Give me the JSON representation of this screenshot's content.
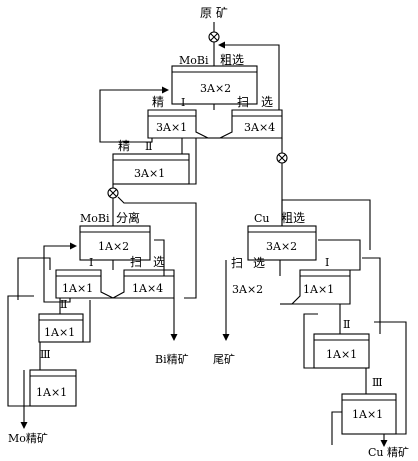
{
  "feed": "原  矿",
  "mobi_rough": {
    "stream": "MoBi",
    "stage": "粗选",
    "cells": "3A×2"
  },
  "mobi_clean1": {
    "stage": "精",
    "roman": "Ⅰ",
    "cells": "3A×1"
  },
  "mobi_scav": {
    "stage_a": "扫",
    "stage_b": "选",
    "cells": "3A×4"
  },
  "mobi_clean2": {
    "stage": "精",
    "roman": "Ⅱ",
    "cells": "3A×1"
  },
  "sep_rough": {
    "stream": "MoBi",
    "stage": "分离",
    "cells": "1A×2"
  },
  "sep_clean1": {
    "roman": "Ⅰ",
    "cells": "1A×1"
  },
  "sep_scav": {
    "stage_a": "扫",
    "stage_b": "选",
    "cells": "1A×4"
  },
  "sep_clean2": {
    "roman": "Ⅱ",
    "cells": "1A×1"
  },
  "sep_clean3": {
    "roman": "Ⅲ",
    "cells": "1A×1"
  },
  "cu_rough": {
    "stream": "Cu",
    "stage": "粗选",
    "cells": "3A×2"
  },
  "cu_scav": {
    "stage_a": "扫",
    "stage_b": "选",
    "cells": "3A×2"
  },
  "cu_clean1": {
    "roman": "Ⅰ",
    "cells": "1A×1"
  },
  "cu_clean2": {
    "roman": "Ⅱ",
    "cells": "1A×1"
  },
  "cu_clean3": {
    "roman": "Ⅲ",
    "cells": "1A×1"
  },
  "products": {
    "mo": "Mo精矿",
    "bi": "Bi精矿",
    "tail": "尾矿",
    "cu": "Cu 精矿"
  }
}
